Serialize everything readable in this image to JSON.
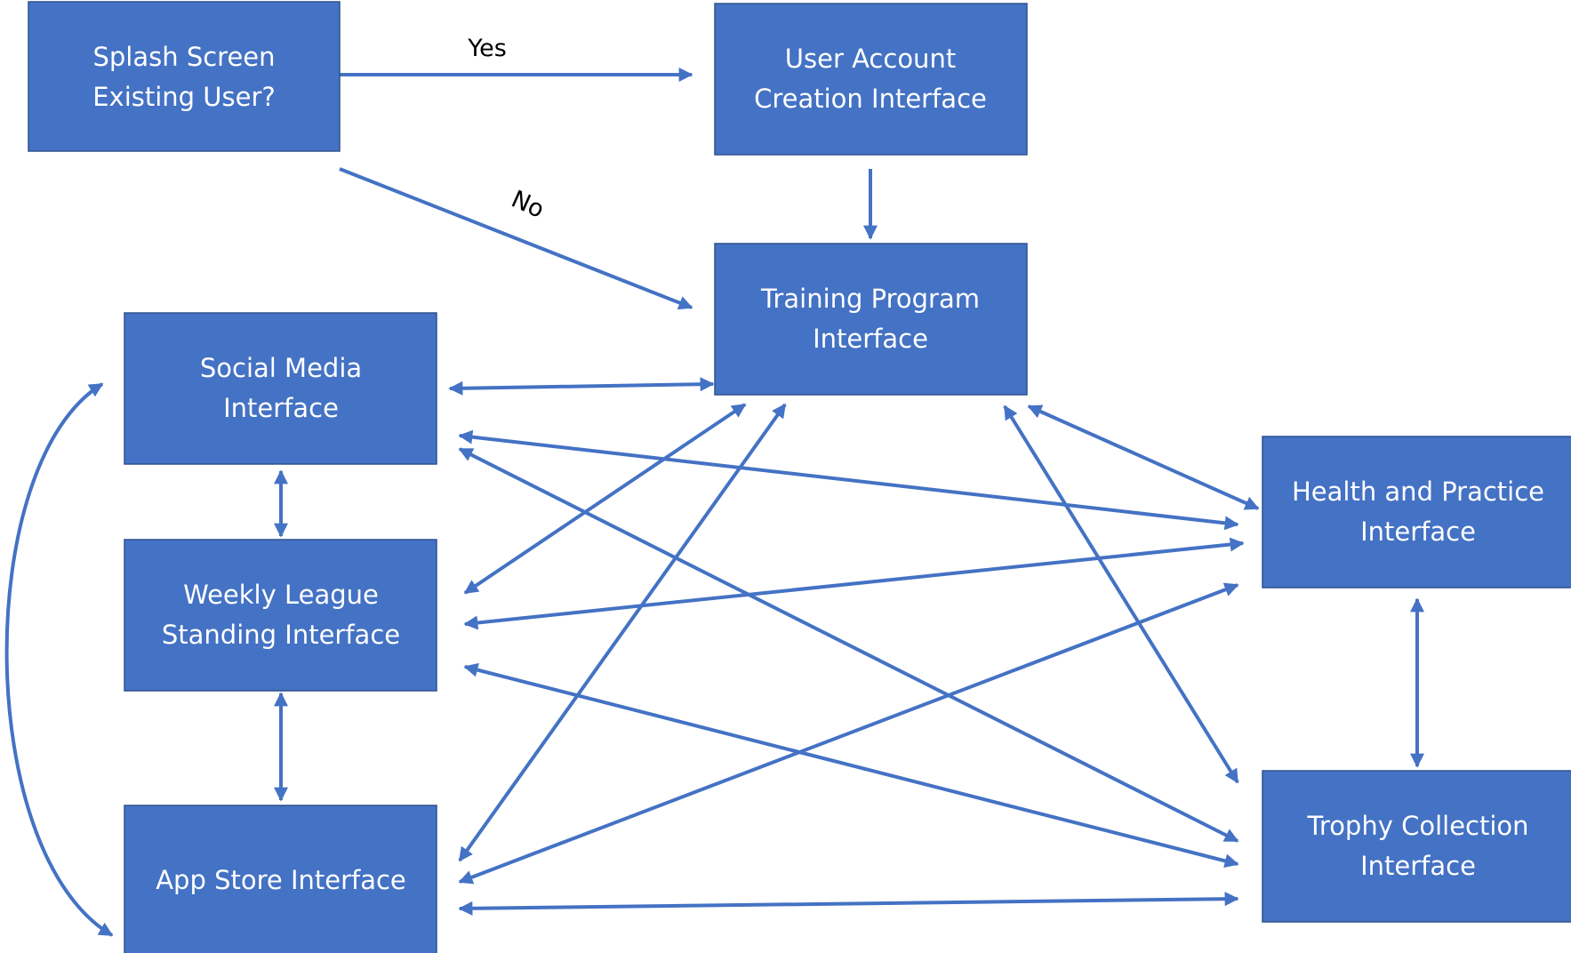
{
  "colors": {
    "node_fill": "#4472c4",
    "node_border": "#2f528f",
    "edge": "#4472c4",
    "node_text": "#ffffff",
    "label_text": "#000000"
  },
  "nodes": {
    "splash": {
      "lines": [
        "Splash Screen",
        "Existing User?"
      ]
    },
    "account": {
      "lines": [
        "User Account",
        "Creation Interface"
      ]
    },
    "training": {
      "lines": [
        "Training Program",
        "Interface"
      ]
    },
    "social": {
      "lines": [
        "Social Media",
        "Interface"
      ]
    },
    "weekly": {
      "lines": [
        "Weekly League",
        "Standing Interface"
      ]
    },
    "appstore": {
      "lines": [
        "App Store Interface"
      ]
    },
    "health": {
      "lines": [
        "Health and Practice",
        "Interface"
      ]
    },
    "trophy": {
      "lines": [
        "Trophy Collection",
        "Interface"
      ]
    }
  },
  "edges": {
    "yes_label": "Yes",
    "no_label": "No"
  }
}
